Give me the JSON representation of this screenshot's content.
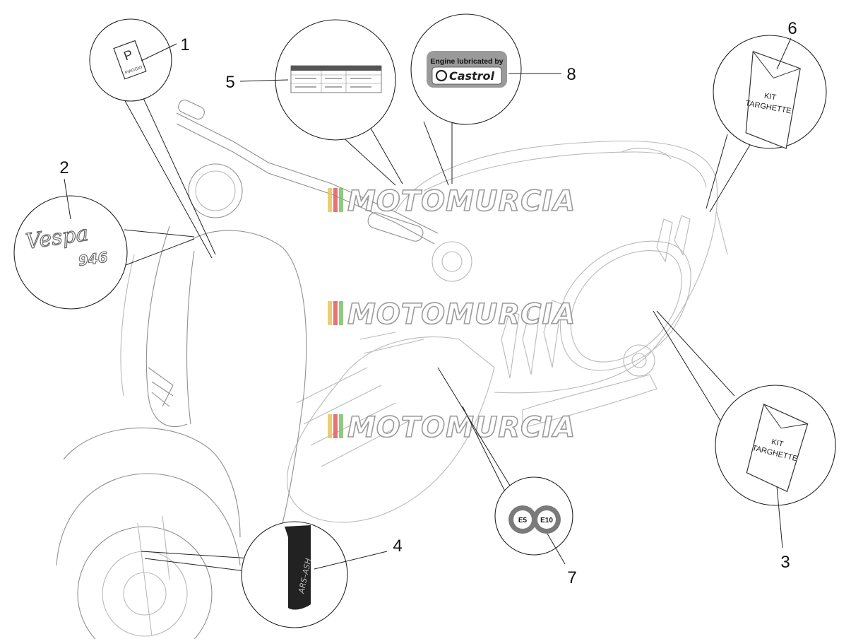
{
  "diagram": {
    "callouts": [
      {
        "id": "1",
        "label": "1"
      },
      {
        "id": "2",
        "label": "2"
      },
      {
        "id": "3",
        "label": "3"
      },
      {
        "id": "4",
        "label": "4"
      },
      {
        "id": "5",
        "label": "5"
      },
      {
        "id": "6",
        "label": "6"
      },
      {
        "id": "7",
        "label": "7"
      },
      {
        "id": "8",
        "label": "8"
      }
    ],
    "badge_piaggio": "PIAGGIO",
    "logo_vespa": "Vespa",
    "logo_946": "946",
    "kit_top_line1": "KIT",
    "kit_top_line2": "TARGHETTE",
    "kit_bottom_line1": "KIT",
    "kit_bottom_line2": "TARGHETTE",
    "castrol_line1": "Engine lubricated by",
    "castrol_brand": "Castrol",
    "fuel_e5": "E5",
    "fuel_e10": "E10",
    "decal_text": "ARS–ASH",
    "watermark": "MOTOMURCIA",
    "colors": {
      "line": "#b9b9b9",
      "ink": "#222222",
      "watermark_stripe_1": "#e8c65a",
      "watermark_stripe_2": "#e35b5b",
      "watermark_stripe_3": "#7fbf6a",
      "badge_grey": "#9a9a9a",
      "fuel_grey": "#7a7a7a"
    }
  }
}
